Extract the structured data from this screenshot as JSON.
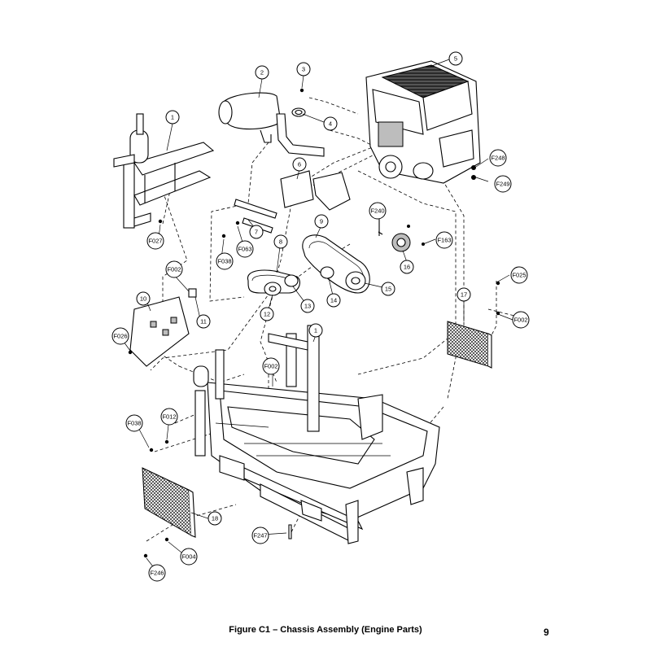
{
  "figure": {
    "caption": "Figure C1 – Chassis Assembly (Engine Parts)",
    "page_number": "9"
  },
  "callouts": {
    "c1a": "1",
    "c1b": "1",
    "c2": "2",
    "c3": "3",
    "c4": "4",
    "c5": "5",
    "c6": "6",
    "c7": "7",
    "c8": "8",
    "c9": "9",
    "c10": "10",
    "c11": "11",
    "c12": "12",
    "c13": "13",
    "c14": "14",
    "c15": "15",
    "c16": "16",
    "c17": "17",
    "c18": "18",
    "f002a": "F002",
    "f002b": "F002",
    "f002c": "F002",
    "f004": "F004",
    "f012": "F012",
    "f025": "F025",
    "f026": "F026",
    "f027": "F027",
    "f038a": "F038",
    "f038b": "F038",
    "f063": "F063",
    "f163": "F163",
    "f240": "F240",
    "f246": "F246",
    "f247": "F247",
    "f248": "F248",
    "f249": "F249"
  }
}
